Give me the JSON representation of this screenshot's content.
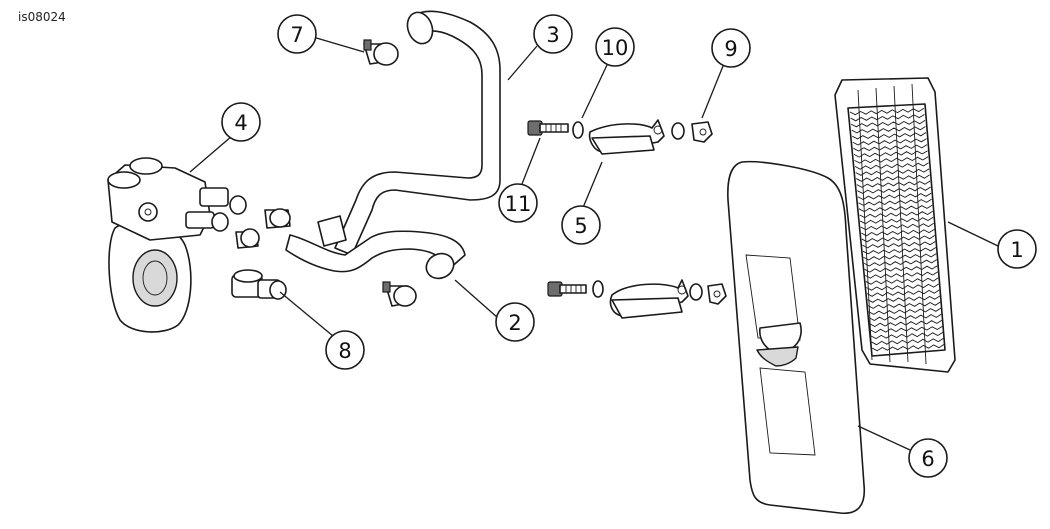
{
  "figure_id": "is08024",
  "callouts": {
    "c1": "1",
    "c2": "2",
    "c3": "3",
    "c4": "4",
    "c5": "5",
    "c6": "6",
    "c7": "7",
    "c8": "8",
    "c9": "9",
    "c10": "10",
    "c11": "11"
  }
}
